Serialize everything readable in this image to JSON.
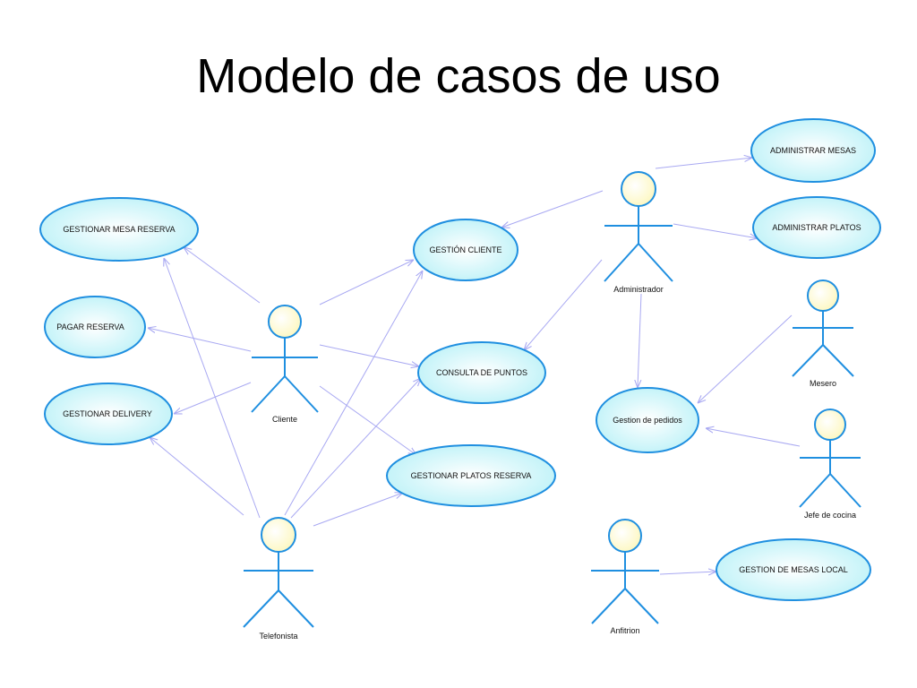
{
  "title": "Modelo de casos de uso",
  "colors": {
    "stroke": "#1f8fe0",
    "ellipse_fill_inner": "#ffffff",
    "ellipse_fill_outer": "#b9f1f7",
    "head_fill": "#fdf8c4",
    "association": "#a9a9f2"
  },
  "use_cases": {
    "gestionar_mesa_reserva": "GESTIONAR MESA RESERVA",
    "pagar_reserva": "PAGAR RESERVA",
    "gestionar_delivery": "GESTIONAR DELIVERY",
    "gestion_cliente": "GESTIÓN CLIENTE",
    "consulta_puntos": "CONSULTA DE PUNTOS",
    "gestionar_platos_reserva": "GESTIONAR PLATOS RESERVA",
    "administrar_mesas": "ADMINISTRAR MESAS",
    "administrar_platos": "ADMINISTRAR PLATOS",
    "gestion_pedidos": "Gestion de pedidos",
    "gestion_mesas_local": "GESTION DE MESAS LOCAL"
  },
  "actors": {
    "cliente": "Cliente",
    "telefonista": "Telefonista",
    "administrador": "Administrador",
    "mesero": "Mesero",
    "jefe_cocina": "Jefe de cocina",
    "anfitrion": "Anfitrion"
  }
}
